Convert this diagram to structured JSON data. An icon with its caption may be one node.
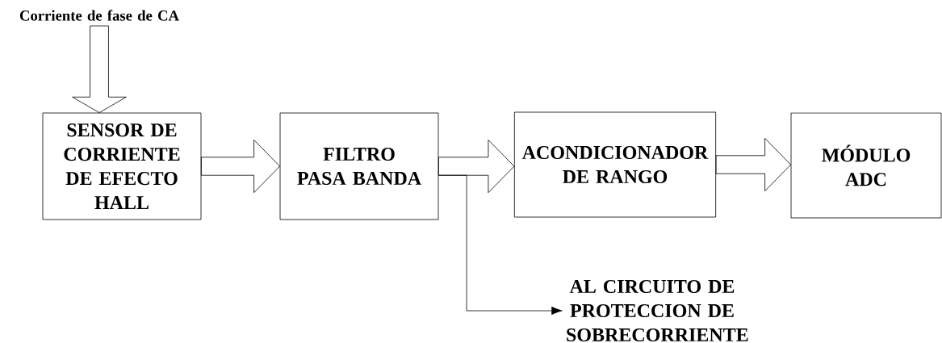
{
  "diagram": {
    "nodes": [
      {
        "text": [
          "Corriente de fase de CA"
        ]
      },
      {
        "text": [
          "SENSOR DE CORRIENTE DE EFECTO HALL"
        ]
      },
      {
        "text": [
          "FILTRO PASA BANDA"
        ]
      },
      {
        "text": [
          "ACONDICIONADOR DE RANGO"
        ]
      },
      {
        "text": [
          "MÓDULO ADC"
        ]
      },
      {
        "text": [
          "AL CIRCUITO DE PROTECCION DE SOBRECORRIENTE"
        ]
      }
    ],
    "edges": [
      {
        "from": 0,
        "to": 1,
        "arrow": "to",
        "style": "thick"
      },
      {
        "from": 1,
        "to": 2,
        "arrow": "to",
        "style": "thick"
      },
      {
        "from": 2,
        "to": 3,
        "arrow": "to",
        "style": "thick"
      },
      {
        "from": 3,
        "to": 4,
        "arrow": "to",
        "style": "thick"
      },
      {
        "from": 2,
        "to": 5,
        "arrow": "to"
      }
    ]
  }
}
